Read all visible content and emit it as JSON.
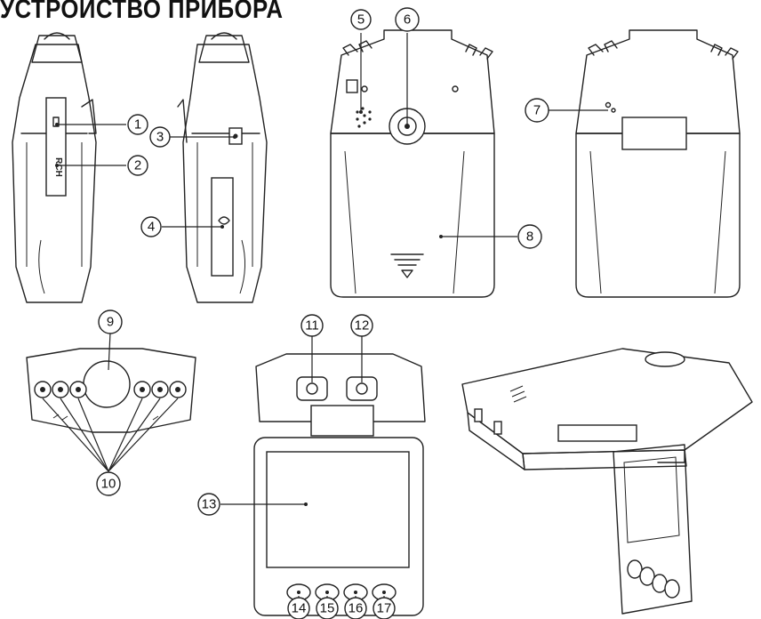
{
  "title": "УСТРОЙСТВО ПРИБОРА",
  "callouts": [
    "1",
    "2",
    "3",
    "4",
    "5",
    "6",
    "7",
    "8",
    "9",
    "10",
    "11",
    "12",
    "13",
    "14",
    "15",
    "16",
    "17"
  ],
  "port_labels": {
    "side_label": "RCH"
  }
}
